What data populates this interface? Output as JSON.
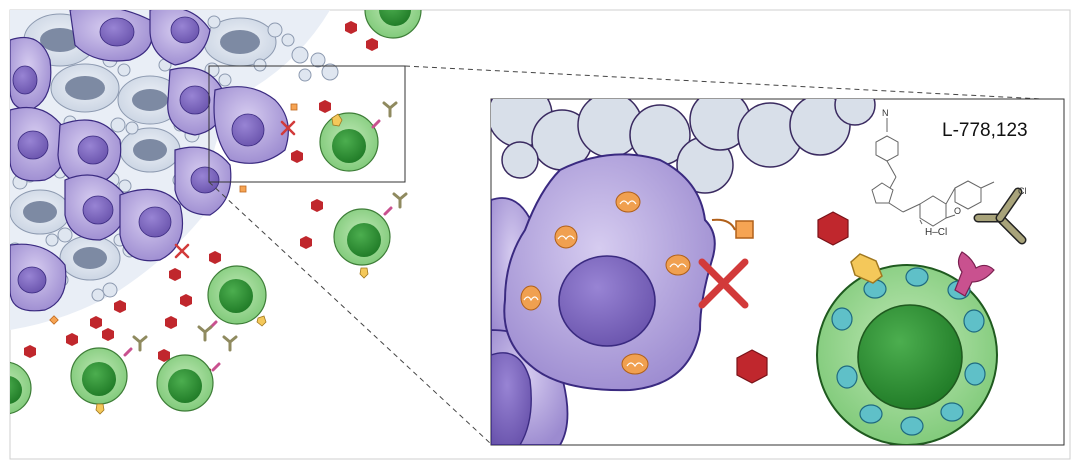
{
  "figure": {
    "compound_name": "L-778,123",
    "salt_label": "H–Cl",
    "chlorine_label": "Cl",
    "oxygen_label": "O",
    "nitrogen_label": "N"
  },
  "colors": {
    "tumor_cell_fill": "#a99bd6",
    "tumor_cell_nucleus": "#7c66bb",
    "tumor_cell_outline": "#3a2a80",
    "stroma_cell_fill": "#dfe6f0",
    "stroma_nucleus": "#7d8aa3",
    "vesicle_fill": "#d8dfe9",
    "tcell_outer": "#7cc876",
    "tcell_inner": "#2f8f34",
    "mitochondria": "#f0a050",
    "red_hexagon": "#c0272d",
    "orange_square": "#f6a453",
    "yellow_pentagon": "#f4c85a",
    "pink_receptor": "#c9518f",
    "olive_antibody": "#a8a37a",
    "x_mark": "#d23a3a"
  },
  "icons": [
    "tumor-cell",
    "t-cell",
    "red-hexagon-molecule",
    "orange-square-ligand",
    "yellow-pentagon-ligand",
    "pink-receptor",
    "antibody",
    "x-mark",
    "mitochondrion",
    "chemical-structure"
  ]
}
